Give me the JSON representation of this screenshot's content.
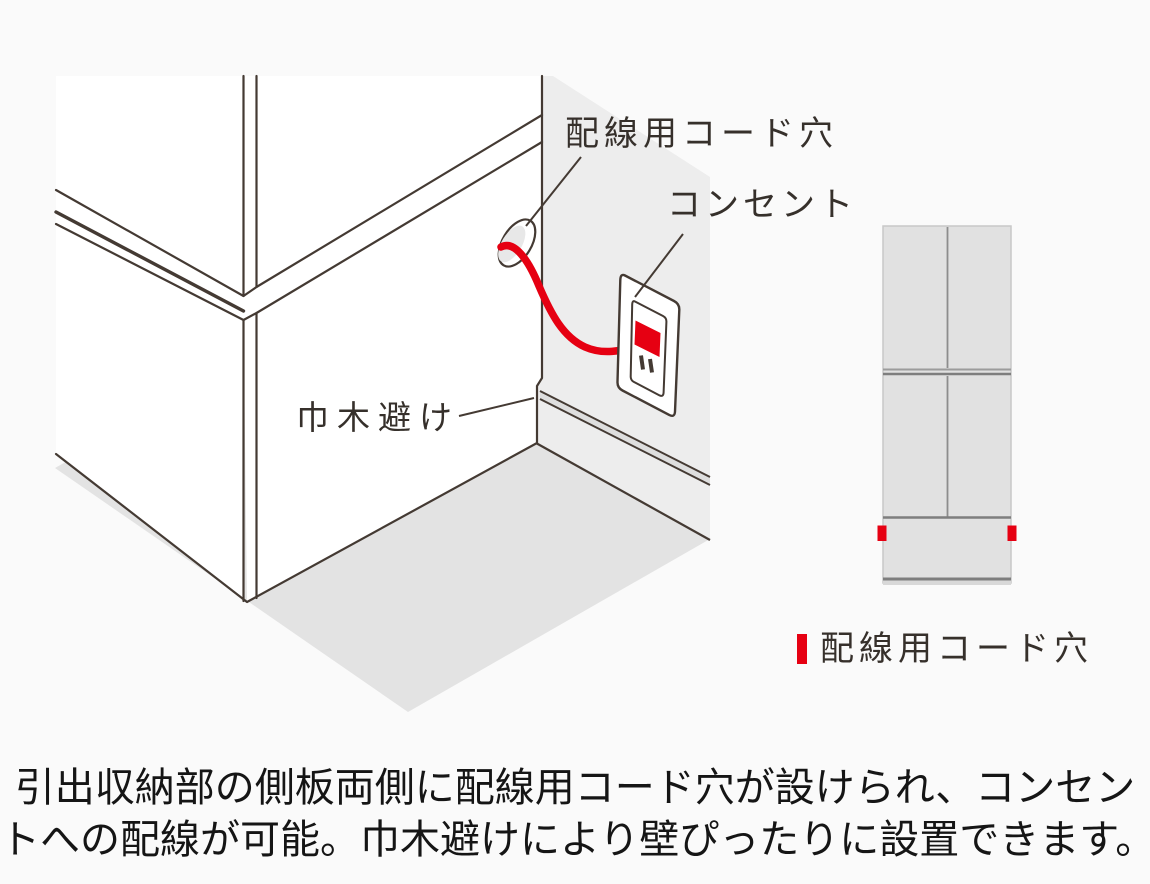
{
  "colors": {
    "background": "#fafafa",
    "accent_red": "#e60012",
    "outline": "#443a33",
    "wall_gray": "#ededed",
    "floor_shadow_gray": "#e3e3e3",
    "rear_panel_gray": "#e1e1e1"
  },
  "main_illustration": {
    "label_cord_hole": "配線用コード穴",
    "label_outlet": "コンセント",
    "label_baseboard_clearance": "巾木避け"
  },
  "rear_view": {
    "legend_label": "配線用コード穴"
  },
  "caption": {
    "line1": "引出収納部の側板両側に配線用コード穴が設けられ、コンセン",
    "line2": "トへの配線が可能。巾木避けにより壁ぴったりに設置できます。"
  }
}
